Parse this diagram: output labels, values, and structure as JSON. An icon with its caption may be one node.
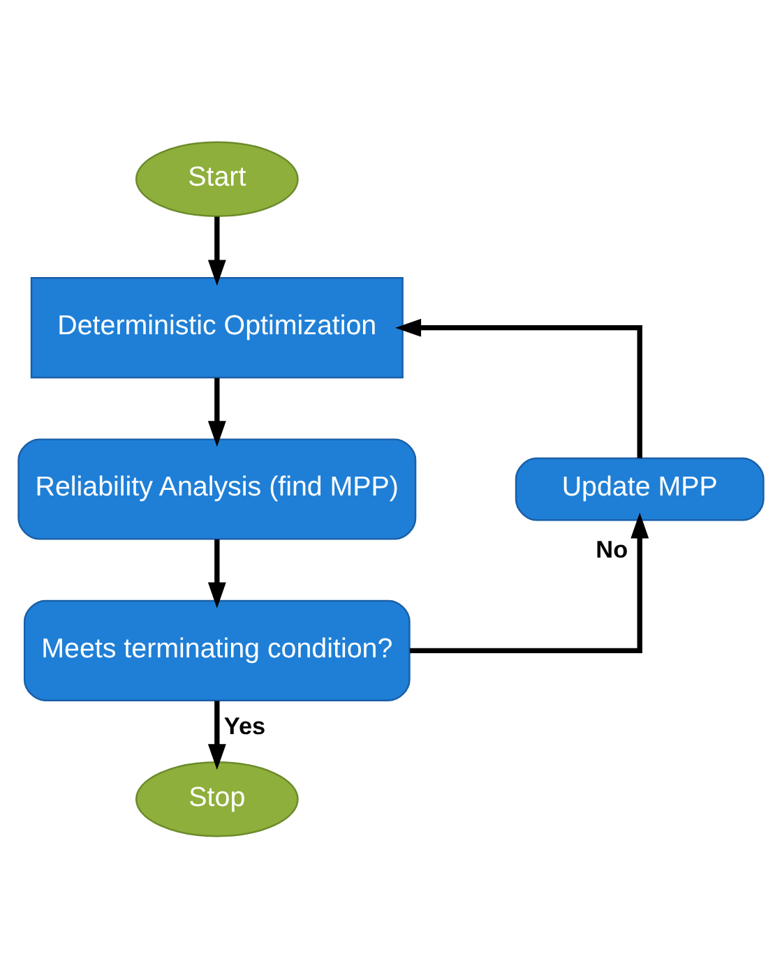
{
  "diagram": {
    "nodes": [
      {
        "text": [
          "Start"
        ]
      },
      {
        "text": [
          "Deterministic Optimization"
        ]
      },
      {
        "text": [
          "Reliability Analysis (find MPP)"
        ]
      },
      {
        "text": [
          "Meets terminating condition?"
        ]
      },
      {
        "text": [
          "Stop"
        ]
      },
      {
        "text": [
          "Update MPP"
        ]
      }
    ],
    "edges": [
      {
        "from": 0,
        "to": 1,
        "arrow": "to"
      },
      {
        "from": 1,
        "to": 2,
        "arrow": "to"
      },
      {
        "from": 2,
        "to": 3,
        "arrow": "to"
      },
      {
        "from": 3,
        "to": 4,
        "arrow": "to",
        "label": "Yes"
      },
      {
        "from": 3,
        "to": 5,
        "arrow": "to",
        "label": "No"
      },
      {
        "from": 5,
        "to": 1,
        "arrow": "to"
      }
    ]
  }
}
